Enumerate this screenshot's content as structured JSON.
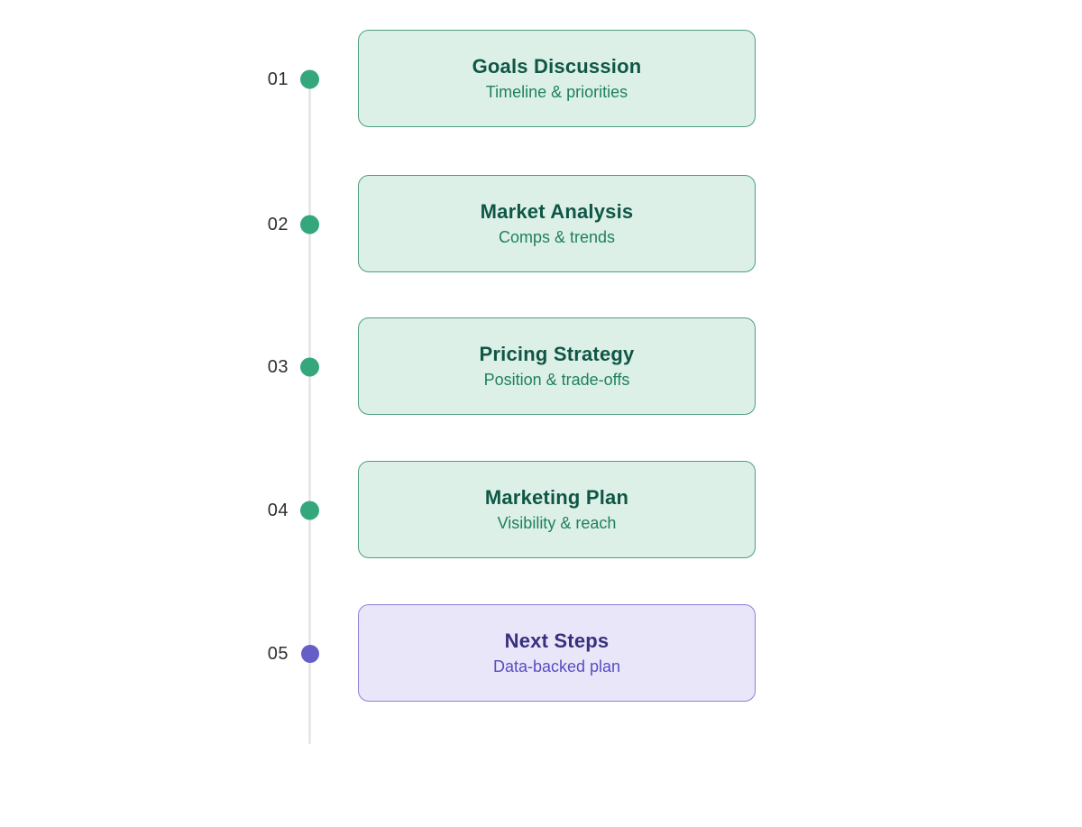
{
  "diagram": {
    "kind": "vertical-timeline",
    "colors": {
      "background": "#ffffff",
      "connector_line": "#e8e8e8",
      "step_number_text": "#2f2f2f",
      "green_dot": "#34a77c",
      "green_card_bg": "#ddf0e7",
      "green_card_border": "#4d9e7c",
      "green_title_text": "#0f5646",
      "green_subtitle_text": "#1f8060",
      "purple_dot": "#655dc8",
      "purple_card_bg": "#e9e6fa",
      "purple_card_border": "#8b80d6",
      "purple_title_text": "#38307e",
      "purple_subtitle_text": "#584cc2"
    },
    "items": [
      {
        "number": "01",
        "title": "Goals Discussion",
        "subtitle": "Timeline & priorities",
        "theme": "green"
      },
      {
        "number": "02",
        "title": "Market Analysis",
        "subtitle": "Comps & trends",
        "theme": "green"
      },
      {
        "number": "03",
        "title": "Pricing Strategy",
        "subtitle": "Position & trade-offs",
        "theme": "green"
      },
      {
        "number": "04",
        "title": "Marketing Plan",
        "subtitle": "Visibility & reach",
        "theme": "green"
      },
      {
        "number": "05",
        "title": "Next Steps",
        "subtitle": "Data-backed plan",
        "theme": "purple"
      }
    ]
  }
}
